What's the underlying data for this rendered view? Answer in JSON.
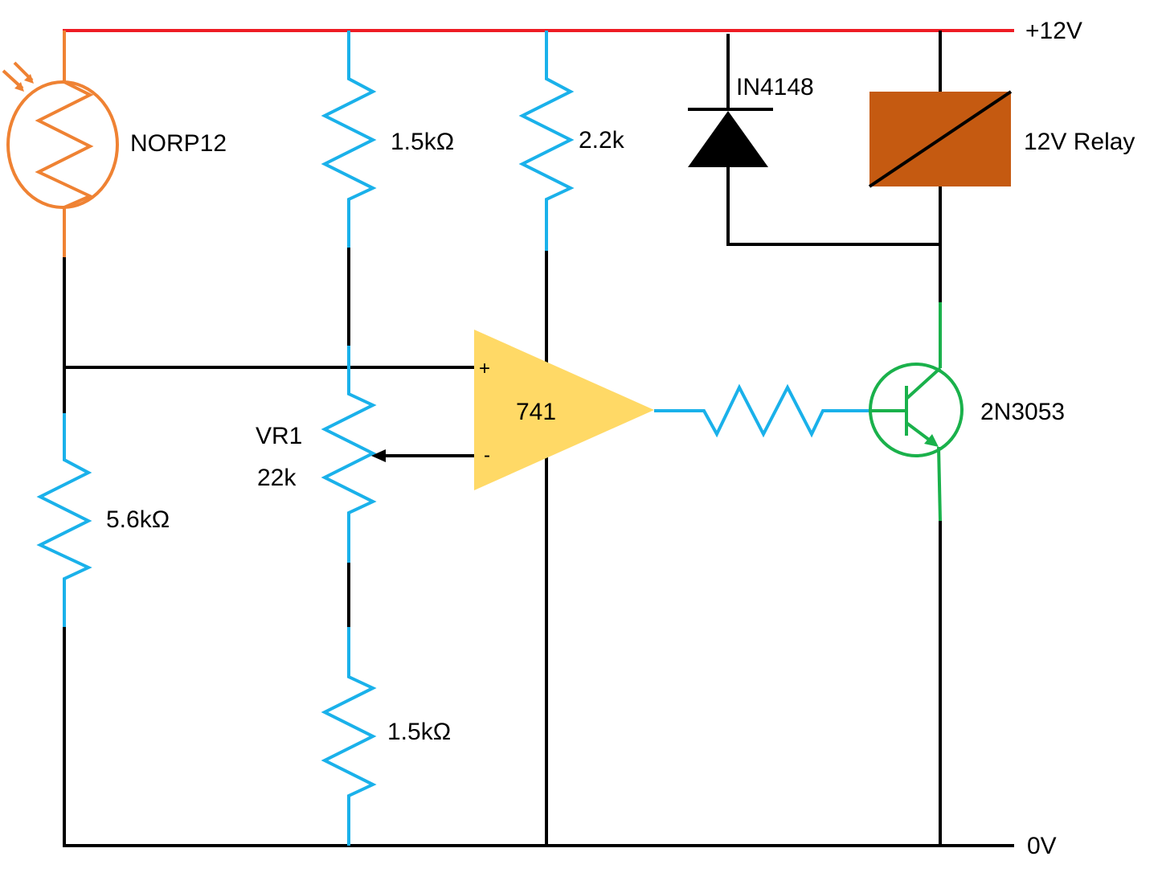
{
  "colors": {
    "supply": "#ee1c24",
    "wire": "#000000",
    "resistor": "#1ab1ea",
    "ldr": "#ef8233",
    "opamp": "#ffd966",
    "relay": "#c55a11",
    "transistor": "#1ab14b"
  },
  "labels": {
    "supply_pos": "+12V",
    "supply_gnd": "0V",
    "ldr": "NORP12",
    "r_top_left": "1.5kΩ",
    "r_top_mid": "2.2k",
    "diode": "IN4148",
    "relay": "12V Relay",
    "opamp": "741",
    "opamp_plus": "+",
    "opamp_minus": "-",
    "pot_name": "VR1",
    "pot_value": "22k",
    "r_bottom_left": "5.6kΩ",
    "r_bottom_mid": "1.5kΩ",
    "transistor": "2N3053"
  },
  "icons": [
    "ldr-icon",
    "resistor-icon",
    "potentiometer-icon",
    "diode-icon",
    "relay-coil-icon",
    "opamp-icon",
    "npn-transistor-icon",
    "light-arrows-icon"
  ]
}
